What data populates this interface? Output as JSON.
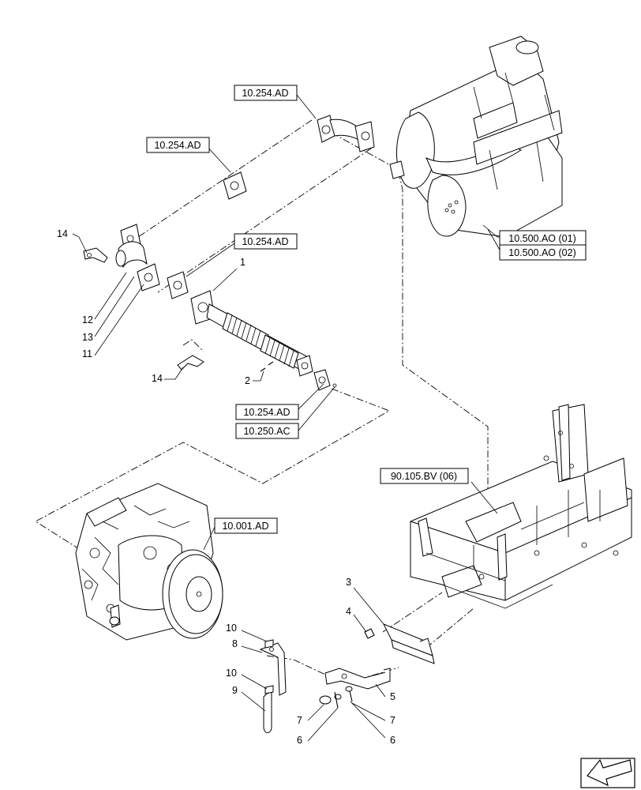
{
  "refs": [
    {
      "id": "r1",
      "text": "10.254.AD"
    },
    {
      "id": "r2",
      "text": "10.254.AD"
    },
    {
      "id": "r3",
      "text": "10.254.AD"
    },
    {
      "id": "r4",
      "text": "10.500.AO (01)"
    },
    {
      "id": "r5",
      "text": "10.500.AO (02)"
    },
    {
      "id": "r6",
      "text": "10.254.AD"
    },
    {
      "id": "r7",
      "text": "10.250.AC"
    },
    {
      "id": "r8",
      "text": "90.105.BV (06)"
    },
    {
      "id": "r9",
      "text": "10.001.AD"
    }
  ],
  "callouts": {
    "c1": "1",
    "c2": "2",
    "c3": "3",
    "c4": "4",
    "c5": "5",
    "c6a": "6",
    "c6b": "6",
    "c7a": "7",
    "c7b": "7",
    "c8": "8",
    "c9": "9",
    "c10a": "10",
    "c10b": "10",
    "c11": "11",
    "c12": "12",
    "c13": "13",
    "c14a": "14",
    "c14b": "14"
  },
  "icons": {
    "corner": "view-direction-arrow-icon"
  }
}
